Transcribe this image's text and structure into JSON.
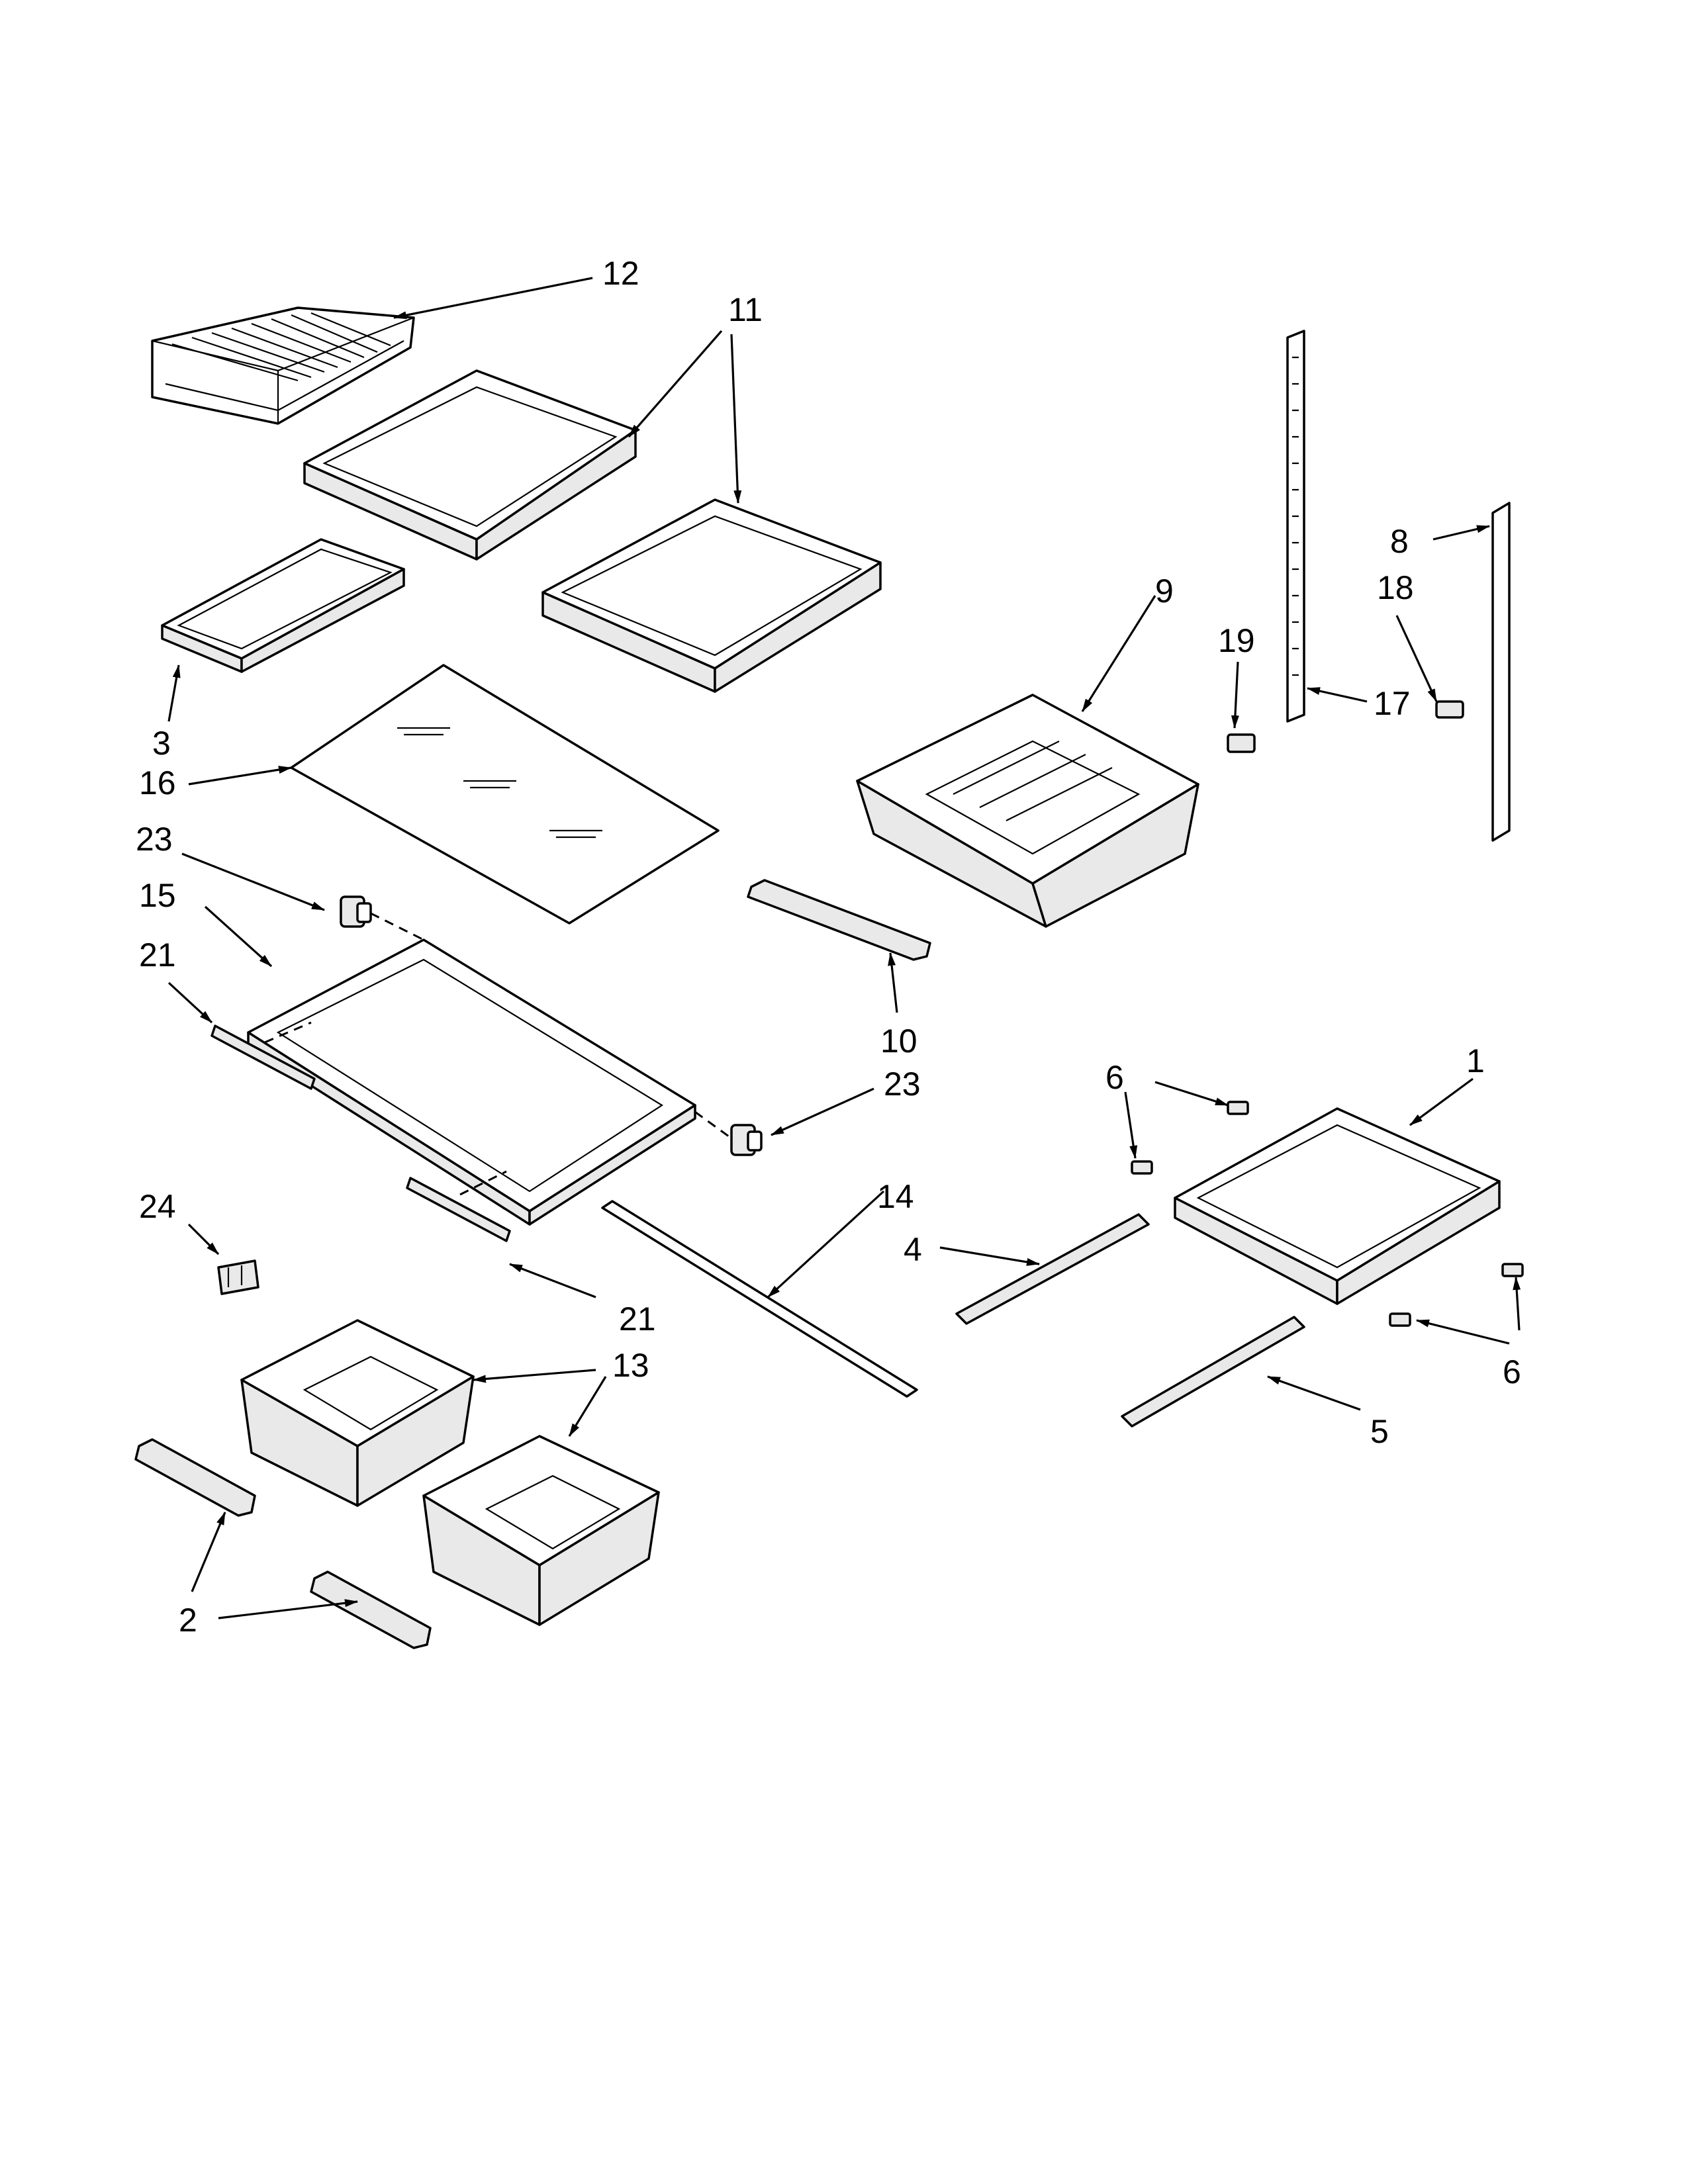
{
  "callouts": [
    {
      "id": "c12a",
      "label": "12"
    },
    {
      "id": "c11a",
      "label": "11"
    },
    {
      "id": "c3",
      "label": "3"
    },
    {
      "id": "c16",
      "label": "16"
    },
    {
      "id": "c23a",
      "label": "23"
    },
    {
      "id": "c15",
      "label": "15"
    },
    {
      "id": "c21a",
      "label": "21"
    },
    {
      "id": "c24",
      "label": "24"
    },
    {
      "id": "c21b",
      "label": "21"
    },
    {
      "id": "c13",
      "label": "13"
    },
    {
      "id": "c2",
      "label": "2"
    },
    {
      "id": "c10",
      "label": "10"
    },
    {
      "id": "c23b",
      "label": "23"
    },
    {
      "id": "c14",
      "label": "14"
    },
    {
      "id": "c9",
      "label": "9"
    },
    {
      "id": "c19",
      "label": "19"
    },
    {
      "id": "c17",
      "label": "17"
    },
    {
      "id": "c8",
      "label": "8"
    },
    {
      "id": "c18",
      "label": "18"
    },
    {
      "id": "c6a",
      "label": "6"
    },
    {
      "id": "c1",
      "label": "1"
    },
    {
      "id": "c4",
      "label": "4"
    },
    {
      "id": "c6b",
      "label": "6"
    },
    {
      "id": "c5",
      "label": "5"
    }
  ]
}
